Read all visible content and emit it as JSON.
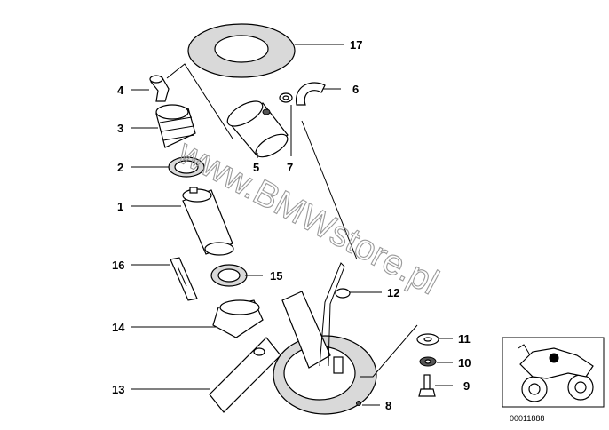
{
  "watermark": "www.BMWstore.pl",
  "diagram_code": "00011888",
  "callouts": [
    {
      "id": "c1",
      "label": "1"
    },
    {
      "id": "c2",
      "label": "2"
    },
    {
      "id": "c3",
      "label": "3"
    },
    {
      "id": "c4",
      "label": "4"
    },
    {
      "id": "c5",
      "label": "5"
    },
    {
      "id": "c6",
      "label": "6"
    },
    {
      "id": "c7",
      "label": "7"
    },
    {
      "id": "c8",
      "label": "8"
    },
    {
      "id": "c9",
      "label": "9"
    },
    {
      "id": "c10",
      "label": "10"
    },
    {
      "id": "c11",
      "label": "11"
    },
    {
      "id": "c12",
      "label": "12"
    },
    {
      "id": "c13",
      "label": "13"
    },
    {
      "id": "c14",
      "label": "14"
    },
    {
      "id": "c15",
      "label": "15"
    },
    {
      "id": "c16",
      "label": "16"
    },
    {
      "id": "c17",
      "label": "17"
    }
  ]
}
